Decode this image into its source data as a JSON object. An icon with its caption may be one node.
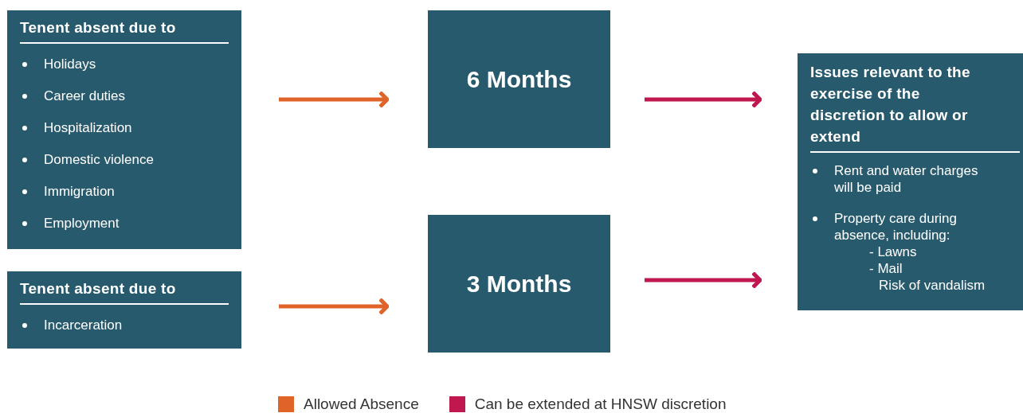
{
  "diagram": {
    "nodes": [
      {
        "text": [
          "Tenent absent due to",
          "Holidays",
          "Career duties",
          "Hospitalization",
          "Domestic violence",
          "Immigration",
          "Employment"
        ]
      },
      {
        "text": [
          "6 Months"
        ]
      },
      {
        "text": [
          "Issues relevant to the exercise of the discretion to allow or extend",
          "Rent and water charges will be paid",
          "Property care during absence, including:",
          "- Lawns",
          "- Mail",
          "Risk of vandalism"
        ]
      },
      {
        "text": [
          "Tenent absent due to",
          "Incarceration"
        ]
      },
      {
        "text": [
          "3 Months"
        ]
      }
    ],
    "edges": [
      {
        "from": 0,
        "to": 1,
        "arrow": "to",
        "color": "#e06329"
      },
      {
        "from": 3,
        "to": 4,
        "arrow": "to",
        "color": "#e06329"
      },
      {
        "from": 1,
        "to": 2,
        "arrow": "to",
        "color": "#c0174f"
      },
      {
        "from": 4,
        "to": 2,
        "arrow": "to",
        "color": "#c0174f"
      }
    ],
    "legend": [
      {
        "text": "Allowed Absence",
        "color": "#e06329"
      },
      {
        "text": "Can be extended at HNSW discretion",
        "color": "#c0174f"
      }
    ]
  }
}
